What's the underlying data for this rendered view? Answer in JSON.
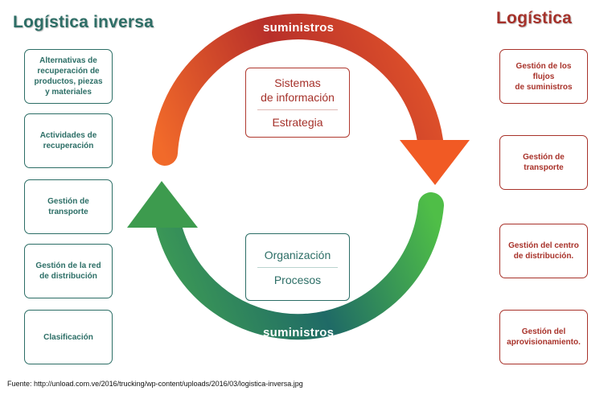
{
  "left_title": "Logística inversa",
  "right_title": "Logística",
  "arc_labels": {
    "top": "suministros",
    "bottom": "suministros"
  },
  "center_top": {
    "line1": "Sistemas",
    "line2": "de información",
    "line3": "Estrategia"
  },
  "center_bottom": {
    "line1": "Organización",
    "line2": "Procesos"
  },
  "left_boxes": [
    [
      "Alternativas de",
      "recuperación de",
      "productos, piezas",
      "y materiales"
    ],
    [
      "Actividades de",
      "recuperación"
    ],
    [
      "Gestión de",
      "transporte"
    ],
    [
      "Gestión de la red",
      "de distribución"
    ],
    [
      "Clasificación"
    ]
  ],
  "right_boxes": [
    [
      "Gestión de los flujos",
      "de suministros"
    ],
    [
      "Gestión de transporte"
    ],
    [
      "Gestión del centro",
      "de distribución."
    ],
    [
      "Gestión del",
      "aprovisionamiento."
    ]
  ],
  "source": "Fuente: http://unload.com.ve/2016/trucking/wp-content/uploads/2016/03/logistica-inversa.jpg",
  "colors": {
    "red_dark": "#a8322a",
    "orange": "#f05a28",
    "green_light": "#4bbf4b",
    "teal_dark": "#1e6464"
  }
}
